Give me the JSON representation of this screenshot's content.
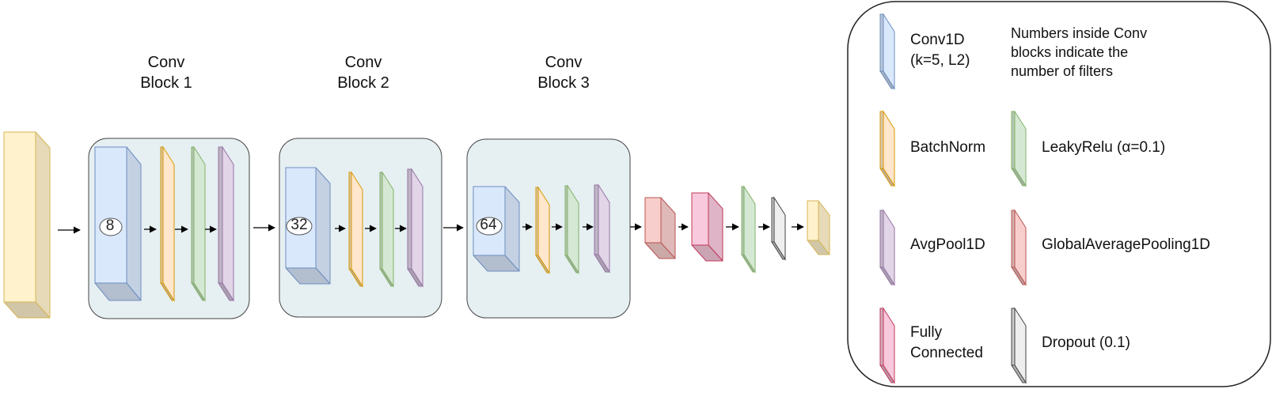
{
  "blocks": [
    {
      "title_line1": "Conv",
      "title_line2": "Block 1",
      "filters": "8"
    },
    {
      "title_line1": "Conv",
      "title_line2": "Block 2",
      "filters": "32"
    },
    {
      "title_line1": "Conv",
      "title_line2": "Block 3",
      "filters": "64"
    }
  ],
  "legend": {
    "conv1d_line1": "Conv1D",
    "conv1d_line2": "(k=5, L2)",
    "note_line1": "Numbers inside Conv",
    "note_line2": "blocks indicate the",
    "note_line3": "number of filters",
    "batchnorm": "BatchNorm",
    "leakyrelu": "LeakyRelu (α=0.1)",
    "avgpool": "AvgPool1D",
    "gap": "GlobalAveragePooling1D",
    "fc_line1": "Fully",
    "fc_line2": "Connected",
    "dropout": "Dropout (0.1)"
  },
  "colors": {
    "input": "#fff2cc",
    "conv": "#dae8fc",
    "batchnorm": "#ffe6cc",
    "leakyrelu": "#d5e8d4",
    "avgpool": "#e1d5e7",
    "gap": "#f8cecc",
    "fc": "#f8c8dc",
    "dropout": "#eeeeee",
    "output": "#fff2cc",
    "block_bg": "#e6eff2"
  }
}
